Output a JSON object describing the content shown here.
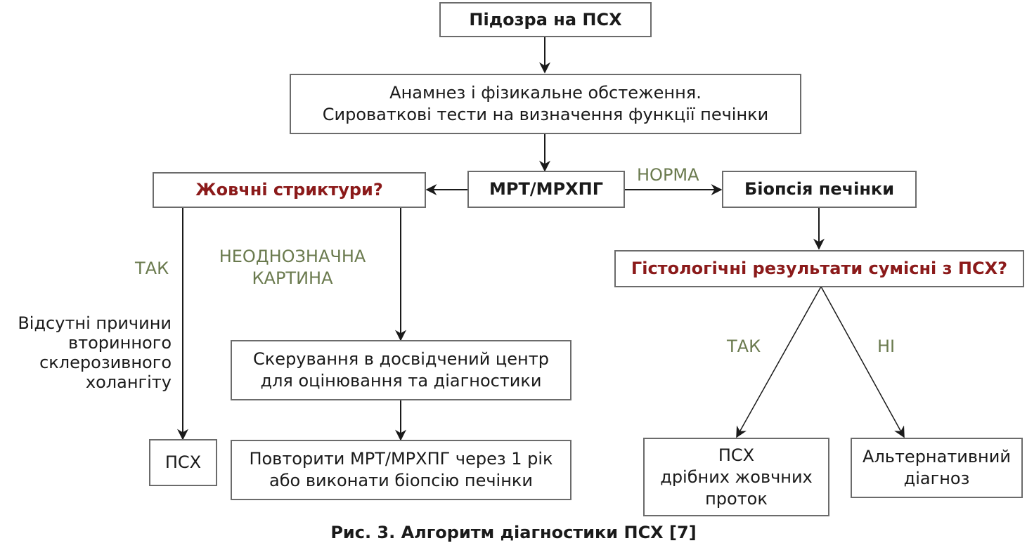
{
  "nodes": {
    "suspicion": "Підозра на ПСХ",
    "history": "Анамнез і фізикальне обстеження.\nСироваткові тести на визначення функції печінки",
    "mri": "МРТ/МРХПГ",
    "strictures": "Жовчні стриктури?",
    "biopsy": "Біопсія печінки",
    "histology": "Гістологічні результати сумісні з ПСХ?",
    "referral": "Скерування в досвідчений центр\nдля оцінювання та діагностики",
    "repeat": "Повторити МРТ/МРХПГ через 1 рік\nабо виконати біопсію печінки",
    "psc": "ПСХ",
    "small_duct_psc": "ПСХ\nдрібних жовчних\nпроток",
    "alternative": "Альтернативний\nдіагноз"
  },
  "edge_labels": {
    "normal": "НОРМА",
    "yes_left": "ТАК",
    "ambiguous": "НЕОДНОЗНАЧНА\nКАРТИНА",
    "yes_right": "ТАК",
    "no_right": "НІ"
  },
  "notes": {
    "no_secondary": "Відсутні причини\nвторинного\nсклерозивного\nхолангіту"
  },
  "caption": "Рис. 3. Алгоритм діагностики ПСХ [7]",
  "colors": {
    "question": "#8b1a1a",
    "edge_label": "#6a7a4e",
    "border": "#6b6b6b"
  }
}
